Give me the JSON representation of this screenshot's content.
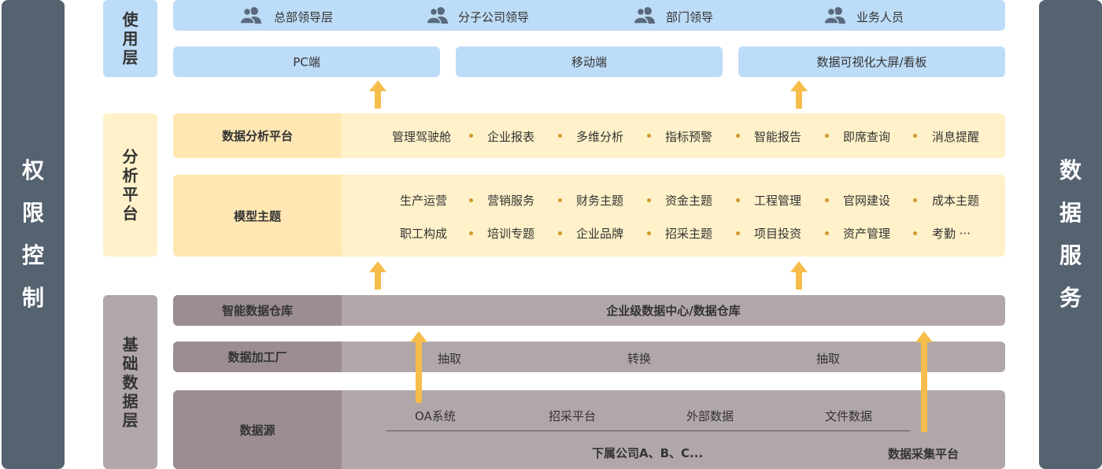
{
  "left_panel": {
    "chars": [
      "权",
      "限",
      "控",
      "制"
    ]
  },
  "right_panel": {
    "chars": [
      "数",
      "据",
      "服",
      "务"
    ]
  },
  "layers": {
    "usage": [
      "使",
      "用",
      "层"
    ],
    "analysis": [
      "分",
      "析",
      "平",
      "台"
    ],
    "base": [
      "基",
      "础",
      "数",
      "据",
      "层"
    ]
  },
  "users": [
    "总部领导层",
    "分子公司领导",
    "部门领导",
    "业务人员"
  ],
  "channels": [
    "PC端",
    "移动端",
    "数据可视化大屏/看板"
  ],
  "analysis_platform": {
    "title": "数据分析平台",
    "items": [
      "管理驾驶舱",
      "企业报表",
      "多维分析",
      "指标预警",
      "智能报告",
      "即席查询",
      "消息提醒"
    ]
  },
  "model_topics": {
    "title": "模型主题",
    "row1": [
      "生产运营",
      "营销服务",
      "财务主题",
      "资金主题",
      "工程管理",
      "官网建设",
      "成本主题"
    ],
    "row2": [
      "职工构成",
      "培训专题",
      "企业品牌",
      "招采主题",
      "项目投资",
      "资产管理",
      "考勤 ···"
    ]
  },
  "warehouse": {
    "label": "智能数据仓库",
    "content": "企业级数据中心/数据仓库"
  },
  "factory": {
    "label": "数据加工厂",
    "steps": [
      "抽取",
      "转换",
      "抽取"
    ]
  },
  "sources": {
    "label": "数据源",
    "items": [
      "OA系统",
      "招采平台",
      "外部数据",
      "文件数据"
    ],
    "subsidiaries": "下属公司A、B、C...",
    "collection": "数据采集平台"
  },
  "colors": {
    "side_panel": "#556270",
    "usage_blue": "#bddcf7",
    "analysis_yellow": "#fff1c9",
    "base_gray": "#b1a7a9",
    "arrow_orange": "#f7bd4a"
  }
}
